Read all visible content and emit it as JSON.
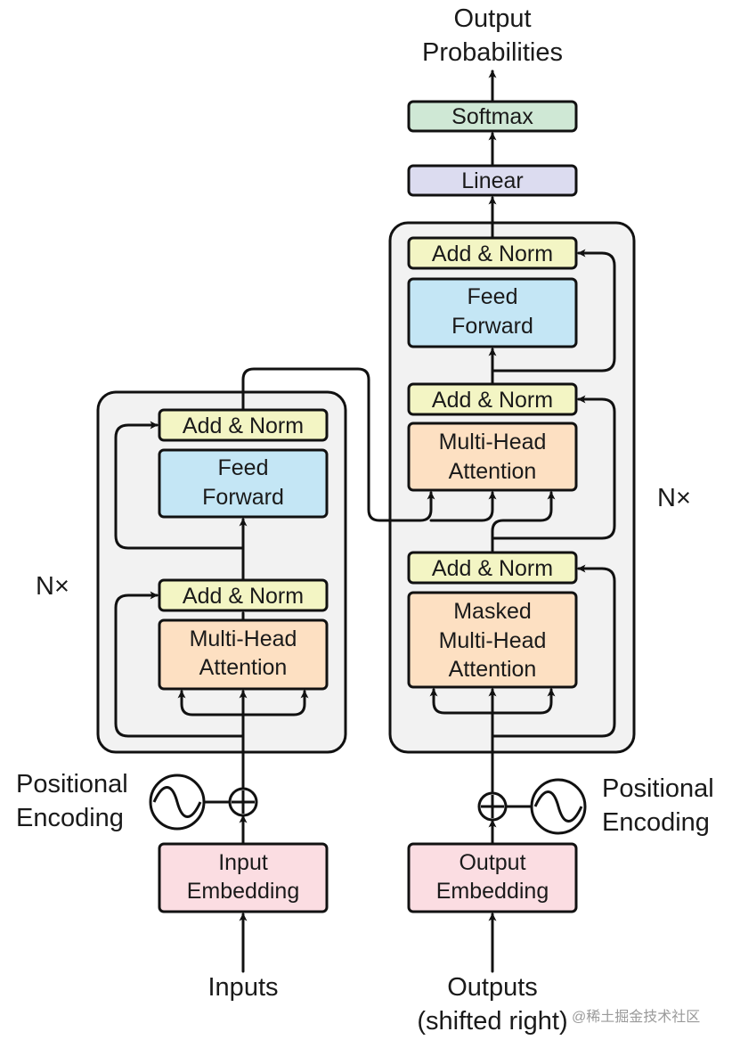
{
  "title": {
    "line1": "Output",
    "line2": "Probabilities"
  },
  "encoder": {
    "nx_label": "N×",
    "add_norm_top": "Add & Norm",
    "feed_forward": [
      "Feed",
      "Forward"
    ],
    "add_norm_bottom": "Add & Norm",
    "attention": [
      "Multi-Head",
      "Attention"
    ],
    "embedding": [
      "Input",
      "Embedding"
    ],
    "positional": [
      "Positional",
      "Encoding"
    ],
    "input_label": "Inputs"
  },
  "decoder": {
    "nx_label": "N×",
    "add_norm_top": "Add & Norm",
    "feed_forward": [
      "Feed",
      "Forward"
    ],
    "add_norm_mid": "Add & Norm",
    "cross_attention": [
      "Multi-Head",
      "Attention"
    ],
    "add_norm_bottom": "Add & Norm",
    "masked_attention": [
      "Masked",
      "Multi-Head",
      "Attention"
    ],
    "embedding": [
      "Output",
      "Embedding"
    ],
    "positional": [
      "Positional",
      "Encoding"
    ],
    "input_label": [
      "Outputs",
      "(shifted right)"
    ]
  },
  "head": {
    "linear": "Linear",
    "softmax": "Softmax"
  },
  "watermark": "@稀土掘金技术社区",
  "colors": {
    "add_norm": "#f3f5c4",
    "feed_forward": "#c4e6f5",
    "attention": "#fde0c2",
    "embedding": "#fbdde2",
    "linear": "#dcdcf0",
    "softmax": "#cfe8d5",
    "stack_bg": "#f2f2f2"
  }
}
